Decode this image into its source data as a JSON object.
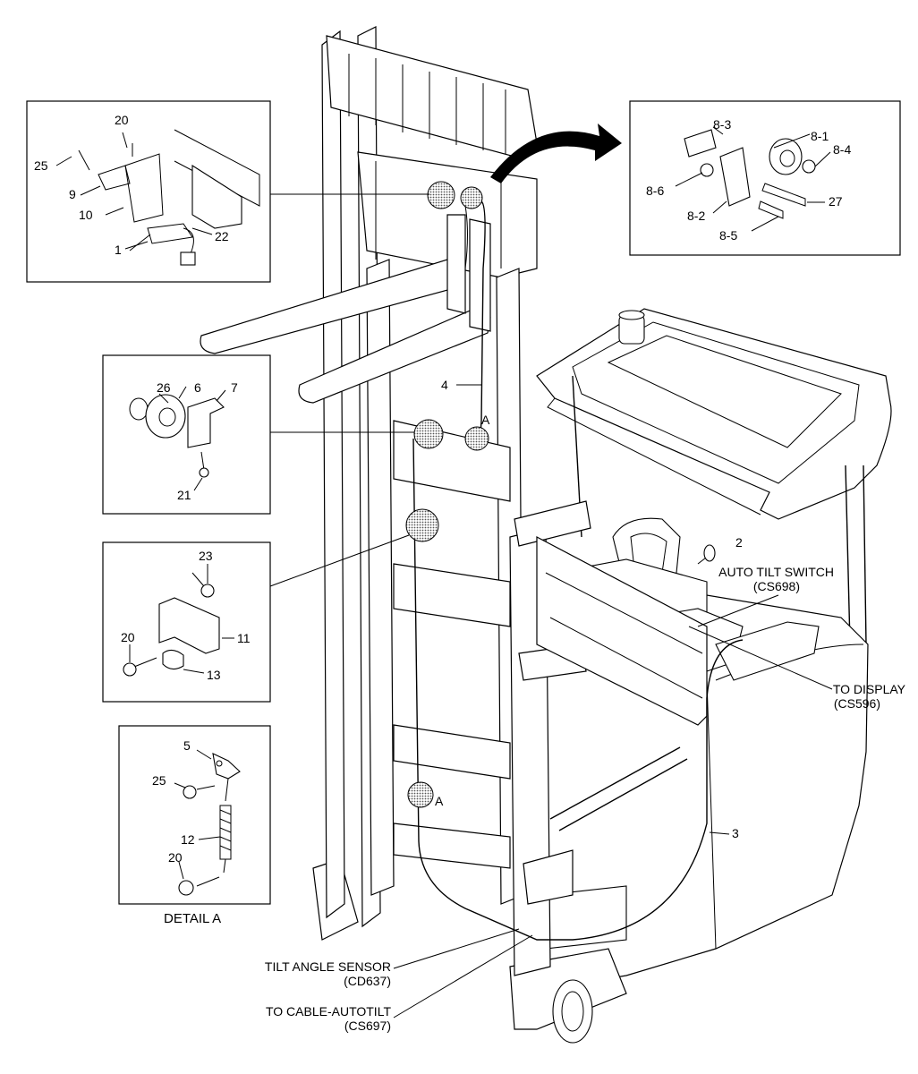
{
  "callouts": {
    "tl": {
      "n20": "20",
      "n25": "25",
      "n9": "9",
      "n10": "10",
      "n1": "1",
      "n22": "22"
    },
    "tr": {
      "n83": "8-3",
      "n81": "8-1",
      "n84": "8-4",
      "n86": "8-6",
      "n27": "27",
      "n82": "8-2",
      "n85": "8-5"
    },
    "m1": {
      "n26": "26",
      "n6": "6",
      "n7": "7",
      "n21": "21"
    },
    "m2": {
      "n23": "23",
      "n11": "11",
      "n20": "20",
      "n13": "13"
    },
    "detail": {
      "n5": "5",
      "n25": "25",
      "n12": "12",
      "n20": "20",
      "title": "DETAIL A"
    }
  },
  "main": {
    "n4": "4",
    "n2": "2",
    "n3": "3",
    "a_upper": "A",
    "a_lower": "A",
    "auto_tilt_switch": "AUTO TILT SWITCH",
    "auto_tilt_code": "(CS698)",
    "to_display": "TO DISPLAY",
    "to_display_code": "(CS596)",
    "tilt_angle_sensor": "TILT ANGLE SENSOR",
    "tilt_angle_code": "(CD637)",
    "to_cable": "TO CABLE-AUTOTILT",
    "to_cable_code": "(CS697)"
  }
}
